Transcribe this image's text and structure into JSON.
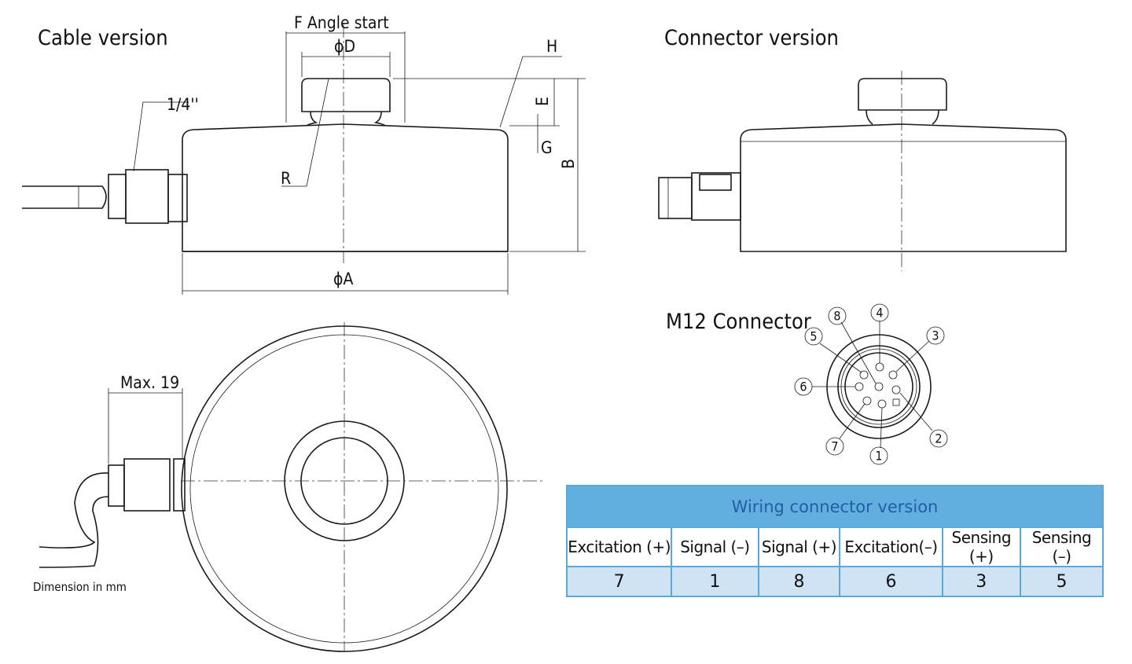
{
  "titles": {
    "cable": "Cable version",
    "connector": "Connector version",
    "m12": "M12 Connector"
  },
  "dimensions": {
    "angle_start": "F Angle start",
    "phi_d": "ϕD",
    "h": "H",
    "e": "E",
    "g": "G",
    "b": "B",
    "r": "R",
    "phi_a": "ϕA",
    "thread": "1/4''",
    "max": "Max. 19"
  },
  "note": "Dimension in mm",
  "pins": [
    "1",
    "2",
    "3",
    "4",
    "5",
    "6",
    "7",
    "8"
  ],
  "table": {
    "title": "Wiring connector version",
    "headers": [
      "Excitation (+)",
      "Signal (–)",
      "Signal (+)",
      "Excitation(–)",
      "Sensing (+)",
      "Sensing (–)"
    ],
    "values": [
      "7",
      "1",
      "8",
      "6",
      "3",
      "5"
    ]
  },
  "colors": {
    "header_bg": "#62aede",
    "header_text": "#1f5fa8",
    "value_bg": "#cfe3f4",
    "border": "#5ba7dc"
  }
}
